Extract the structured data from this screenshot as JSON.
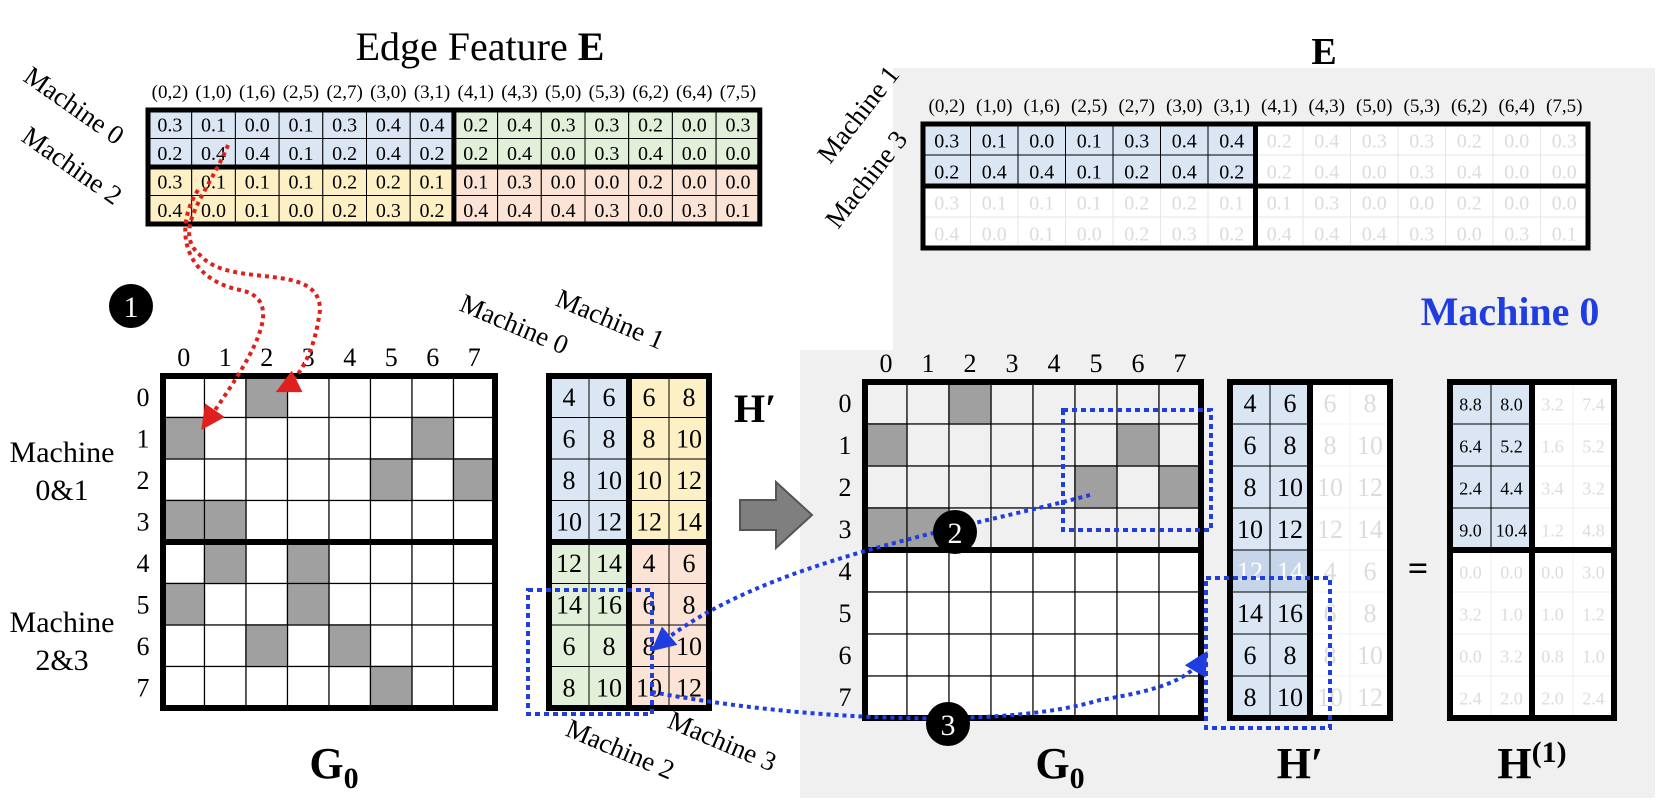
{
  "edge_title": {
    "text": "Edge Feature ",
    "bold": "E"
  },
  "edge_cols": [
    "(0,2)",
    "(1,0)",
    "(1,6)",
    "(2,5)",
    "(2,7)",
    "(3,0)",
    "(3,1)",
    "(4,1)",
    "(4,3)",
    "(5,0)",
    "(5,3)",
    "(6,2)",
    "(6,4)",
    "(7,5)"
  ],
  "edge_rows": [
    [
      "0.3",
      "0.1",
      "0.0",
      "0.1",
      "0.3",
      "0.4",
      "0.4",
      "0.2",
      "0.4",
      "0.3",
      "0.3",
      "0.2",
      "0.0",
      "0.3"
    ],
    [
      "0.2",
      "0.4",
      "0.4",
      "0.1",
      "0.2",
      "0.4",
      "0.2",
      "0.2",
      "0.4",
      "0.0",
      "0.3",
      "0.4",
      "0.0",
      "0.0"
    ],
    [
      "0.3",
      "0.1",
      "0.1",
      "0.1",
      "0.2",
      "0.2",
      "0.1",
      "0.1",
      "0.3",
      "0.0",
      "0.0",
      "0.2",
      "0.0",
      "0.0"
    ],
    [
      "0.4",
      "0.0",
      "0.1",
      "0.0",
      "0.2",
      "0.3",
      "0.2",
      "0.4",
      "0.4",
      "0.4",
      "0.3",
      "0.0",
      "0.3",
      "0.1"
    ]
  ],
  "machine_labels": {
    "m0": "Machine 0",
    "m1": "Machine 1",
    "m2": "Machine 2",
    "m3": "Machine 3",
    "m01": [
      "Machine",
      "0&1"
    ],
    "m23": [
      "Machine",
      "2&3"
    ]
  },
  "right_title": "E",
  "machine0_title": "Machine 0",
  "step_markers": [
    "1",
    "2",
    "3"
  ],
  "graph_indices": [
    "0",
    "1",
    "2",
    "3",
    "4",
    "5",
    "6",
    "7"
  ],
  "graph_filled": [
    [
      0,
      2
    ],
    [
      1,
      0
    ],
    [
      1,
      6
    ],
    [
      2,
      5
    ],
    [
      2,
      7
    ],
    [
      3,
      0
    ],
    [
      3,
      1
    ],
    [
      4,
      1
    ],
    [
      4,
      3
    ],
    [
      5,
      0
    ],
    [
      5,
      3
    ],
    [
      6,
      2
    ],
    [
      6,
      4
    ],
    [
      7,
      5
    ]
  ],
  "h_prime_left": [
    [
      "4",
      "6"
    ],
    [
      "6",
      "8"
    ],
    [
      "8",
      "10"
    ],
    [
      "10",
      "12"
    ],
    [
      "12",
      "14"
    ],
    [
      "14",
      "16"
    ],
    [
      "6",
      "8"
    ],
    [
      "8",
      "10"
    ]
  ],
  "h_prime_right": [
    [
      "6",
      "8"
    ],
    [
      "8",
      "10"
    ],
    [
      "10",
      "12"
    ],
    [
      "12",
      "14"
    ],
    [
      "4",
      "6"
    ],
    [
      "6",
      "8"
    ],
    [
      "8",
      "10"
    ],
    [
      "10",
      "12"
    ]
  ],
  "h1": [
    [
      "8.8",
      "8.0",
      "3.2",
      "7.4"
    ],
    [
      "6.4",
      "5.2",
      "1.6",
      "5.2"
    ],
    [
      "2.4",
      "4.4",
      "3.4",
      "3.2"
    ],
    [
      "9.0",
      "10.4",
      "1.2",
      "4.8"
    ],
    [
      "0.0",
      "0.0",
      "0.0",
      "3.0"
    ],
    [
      "3.2",
      "1.0",
      "1.0",
      "1.2"
    ],
    [
      "0.0",
      "3.2",
      "0.8",
      "1.0"
    ],
    [
      "2.4",
      "2.0",
      "2.0",
      "2.4"
    ]
  ],
  "labels": {
    "g0": "G",
    "g0_sub": "0",
    "hprime": "H′",
    "h1": "H",
    "h1_sup": "(1)",
    "equals": "="
  },
  "colors": {
    "blue": "#dbe6f4",
    "green": "#e2efd9",
    "yellow": "#fdf0c4",
    "orange": "#fbe3d5",
    "panel": "#f0f0f0",
    "gray_cell": "#a0a0a0",
    "red_arrow": "#e0201c",
    "blue_arrow": "#1f3de0",
    "machine0_text": "#1f3de0",
    "faded_text": "#dcdcdc"
  }
}
